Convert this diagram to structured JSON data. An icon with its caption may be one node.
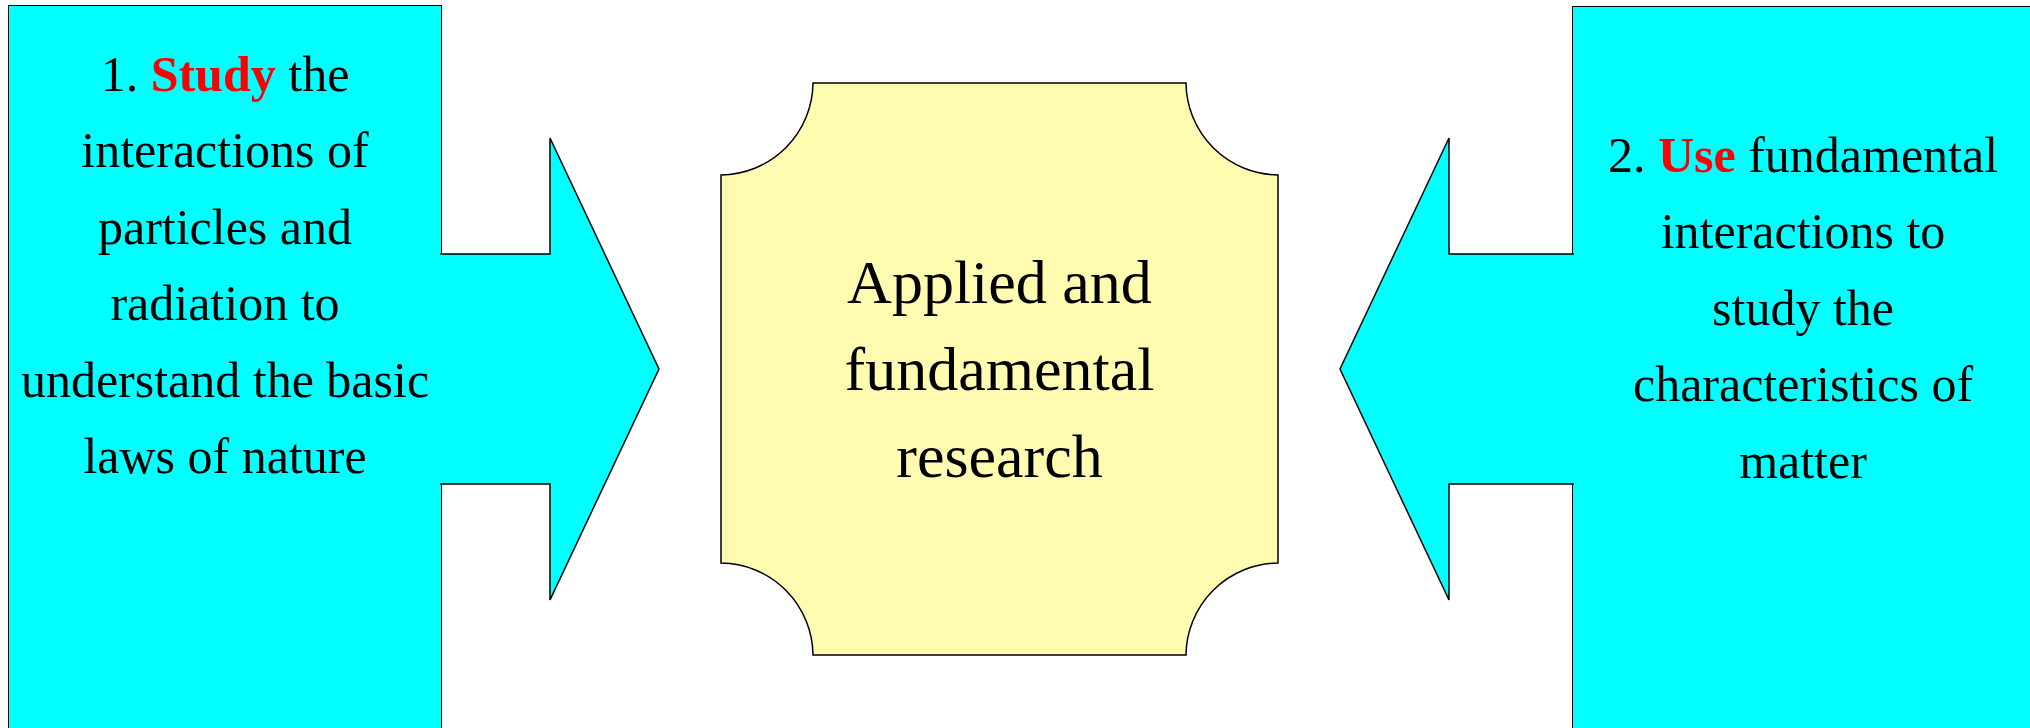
{
  "diagram": {
    "nodes": [
      {
        "text": [
          "1. **Study** the interactions of particles and radiation to understand the basic laws of nature"
        ]
      },
      {
        "text": [
          "Applied and fundamental research"
        ]
      },
      {
        "text": [
          "2. **Use** fundamental interactions to study the characteristics of matter"
        ]
      }
    ],
    "edges": [
      {
        "from": 0,
        "to": 1,
        "arrow": "to"
      },
      {
        "from": 2,
        "to": 1,
        "arrow": "to"
      }
    ]
  }
}
